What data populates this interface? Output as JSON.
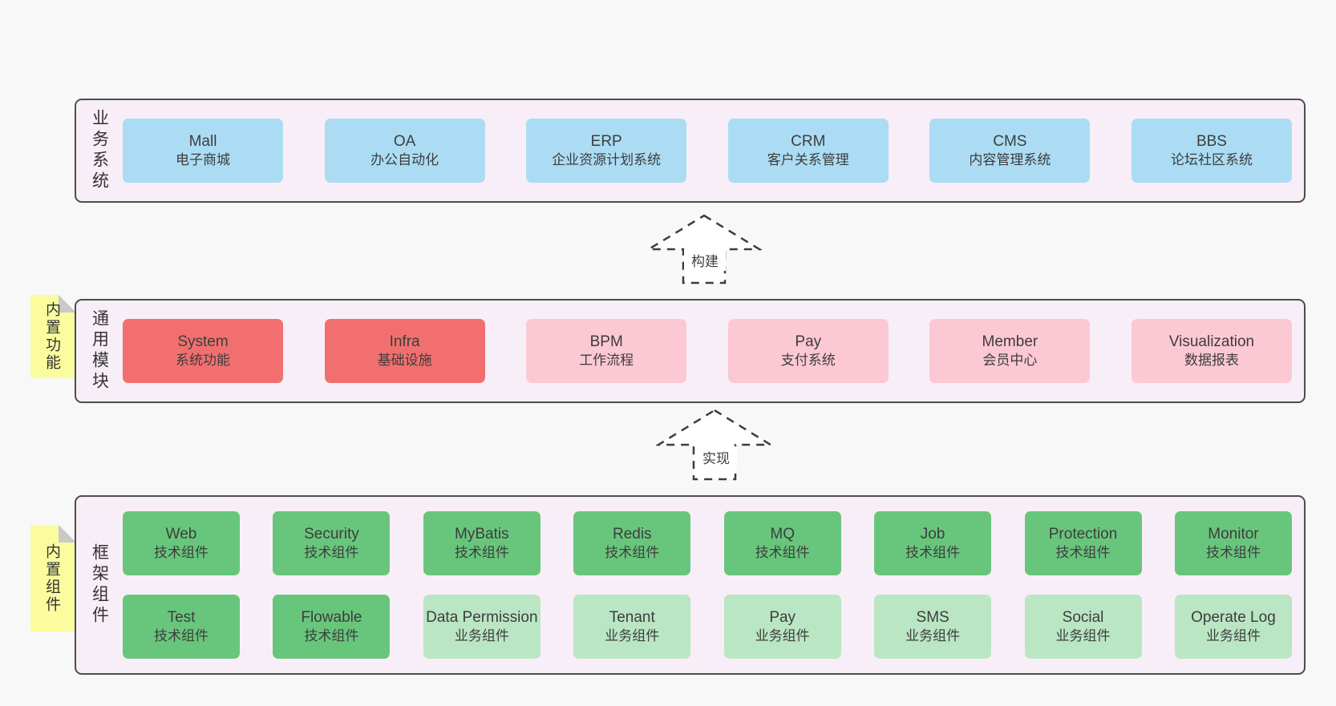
{
  "diagram": {
    "colors": {
      "page_bg": "#f8f8f8",
      "band_bg": "#f8eef7",
      "band_border": "#4d4d4d",
      "blue": "#abdcf4",
      "red": "#f1706f",
      "pink": "#fcc8d3",
      "green": "#68c67c",
      "lightgreen": "#bae6c3",
      "note_bg": "#fbfc9e",
      "note_fold": "#c9c9c9",
      "text": "#3d3d3d"
    },
    "arrows": [
      {
        "label": "构建"
      },
      {
        "label": "实现"
      }
    ],
    "bands": [
      {
        "label": "业务系统",
        "note": "",
        "rows": [
          [
            {
              "name": "Mall",
              "desc": "电子商城",
              "variant": "blue"
            },
            {
              "name": "OA",
              "desc": "办公自动化",
              "variant": "blue"
            },
            {
              "name": "ERP",
              "desc": "企业资源计划系统",
              "variant": "blue"
            },
            {
              "name": "CRM",
              "desc": "客户关系管理",
              "variant": "blue"
            },
            {
              "name": "CMS",
              "desc": "内容管理系统",
              "variant": "blue"
            },
            {
              "name": "BBS",
              "desc": "论坛社区系统",
              "variant": "blue"
            }
          ]
        ]
      },
      {
        "label": "通用模块",
        "note": "内置功能",
        "rows": [
          [
            {
              "name": "System",
              "desc": "系统功能",
              "variant": "red"
            },
            {
              "name": "Infra",
              "desc": "基础设施",
              "variant": "red"
            },
            {
              "name": "BPM",
              "desc": "工作流程",
              "variant": "pink"
            },
            {
              "name": "Pay",
              "desc": "支付系统",
              "variant": "pink"
            },
            {
              "name": "Member",
              "desc": "会员中心",
              "variant": "pink"
            },
            {
              "name": "Visualization",
              "desc": "数据报表",
              "variant": "pink"
            }
          ]
        ]
      },
      {
        "label": "框架组件",
        "note": "内置组件",
        "rows": [
          [
            {
              "name": "Web",
              "desc": "技术组件",
              "variant": "green"
            },
            {
              "name": "Security",
              "desc": "技术组件",
              "variant": "green"
            },
            {
              "name": "MyBatis",
              "desc": "技术组件",
              "variant": "green"
            },
            {
              "name": "Redis",
              "desc": "技术组件",
              "variant": "green"
            },
            {
              "name": "MQ",
              "desc": "技术组件",
              "variant": "green"
            },
            {
              "name": "Job",
              "desc": "技术组件",
              "variant": "green"
            },
            {
              "name": "Protection",
              "desc": "技术组件",
              "variant": "green"
            },
            {
              "name": "Monitor",
              "desc": "技术组件",
              "variant": "green"
            }
          ],
          [
            {
              "name": "Test",
              "desc": "技术组件",
              "variant": "green"
            },
            {
              "name": "Flowable",
              "desc": "技术组件",
              "variant": "green"
            },
            {
              "name": "Data Permission",
              "desc": "业务组件",
              "variant": "lightgreen"
            },
            {
              "name": "Tenant",
              "desc": "业务组件",
              "variant": "lightgreen"
            },
            {
              "name": "Pay",
              "desc": "业务组件",
              "variant": "lightgreen"
            },
            {
              "name": "SMS",
              "desc": "业务组件",
              "variant": "lightgreen"
            },
            {
              "name": "Social",
              "desc": "业务组件",
              "variant": "lightgreen"
            },
            {
              "name": "Operate Log",
              "desc": "业务组件",
              "variant": "lightgreen"
            }
          ]
        ]
      }
    ]
  }
}
